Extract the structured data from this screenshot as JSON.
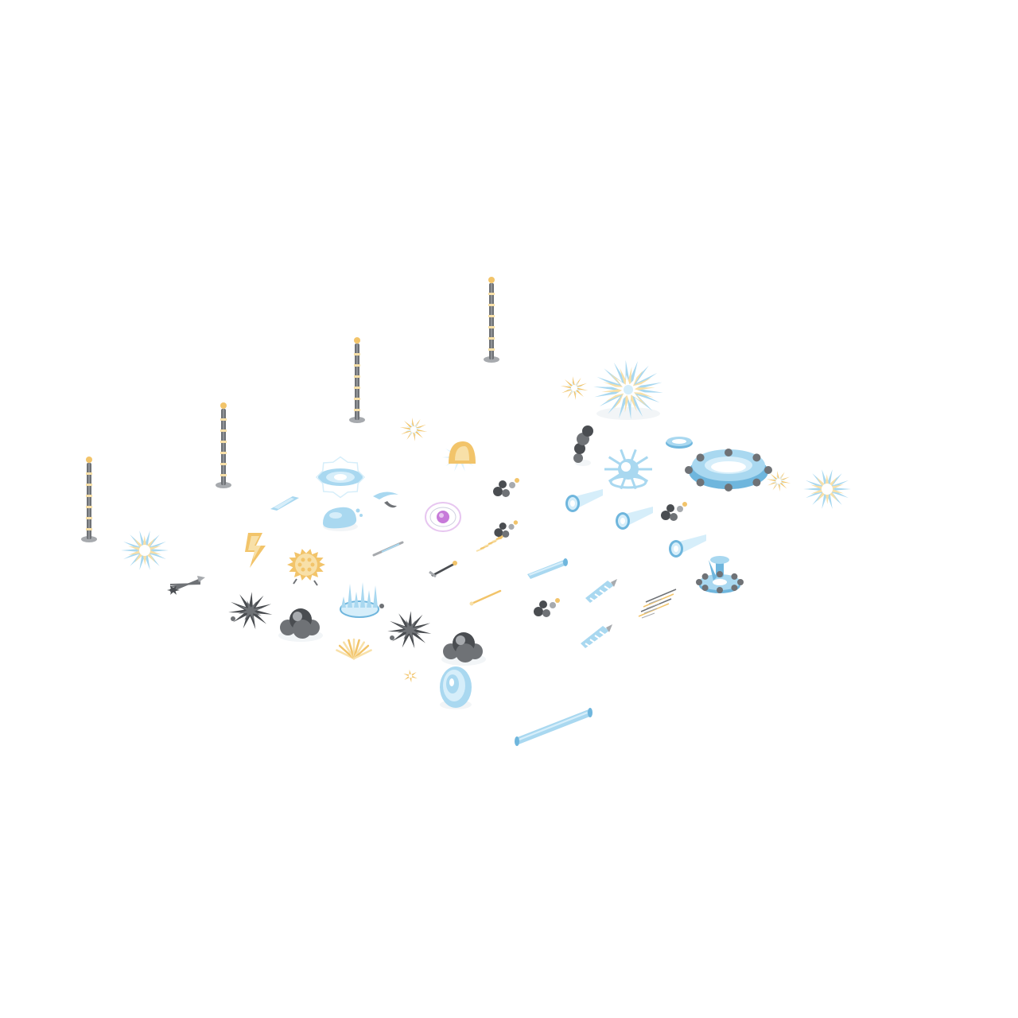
{
  "colors": {
    "background": "#ffffff",
    "ice_blue": "#a9d8f0",
    "ice_blue_light": "#d6eefa",
    "ice_blue_dark": "#6fb6dd",
    "gold": "#f2c46a",
    "gold_light": "#f8e0a8",
    "stone_gray": "#6f7276",
    "stone_gray_light": "#a7aaae",
    "stone_gray_dark": "#4a4d51",
    "white": "#ffffff",
    "purple": "#c77ad9",
    "purple_light": "#e7c6f0"
  },
  "assets": [
    {
      "kind": "pole",
      "icon": "pole-icon"
    },
    {
      "kind": "pole",
      "icon": "pole-icon"
    },
    {
      "kind": "pole",
      "icon": "pole-icon"
    },
    {
      "kind": "pole",
      "icon": "pole-icon"
    },
    {
      "kind": "burst-large",
      "icon": "ice-burst-icon"
    },
    {
      "kind": "burst-small",
      "icon": "ice-burst-icon"
    },
    {
      "kind": "burst-small",
      "icon": "gold-spark-icon"
    },
    {
      "kind": "dome",
      "icon": "gold-dome-icon"
    },
    {
      "kind": "smoke",
      "icon": "smoke-column-icon"
    },
    {
      "kind": "sun",
      "icon": "ice-sun-icon"
    },
    {
      "kind": "ring-large",
      "icon": "ice-ring-platform-icon"
    },
    {
      "kind": "ring-small",
      "icon": "ice-ring-icon"
    },
    {
      "kind": "burst-small",
      "icon": "gold-spark-icon"
    },
    {
      "kind": "burst-medium",
      "icon": "gold-star-burst-icon"
    },
    {
      "kind": "disc",
      "icon": "ice-portal-disc-icon"
    },
    {
      "kind": "shard",
      "icon": "ice-shard-icon"
    },
    {
      "kind": "crescent",
      "icon": "ice-crescent-icon"
    },
    {
      "kind": "blob",
      "icon": "ice-blob-icon"
    },
    {
      "kind": "orb",
      "icon": "purple-orb-icon"
    },
    {
      "kind": "rocks",
      "icon": "stone-rocks-icon"
    },
    {
      "kind": "cone",
      "icon": "ice-cone-icon"
    },
    {
      "kind": "cone",
      "icon": "ice-cone-icon"
    },
    {
      "kind": "rocks",
      "icon": "stone-rocks-icon"
    },
    {
      "kind": "burst-medium",
      "icon": "ice-star-burst-icon"
    },
    {
      "kind": "bolt",
      "icon": "gold-lightning-icon"
    },
    {
      "kind": "gear",
      "icon": "gold-gear-icon"
    },
    {
      "kind": "wand",
      "icon": "ice-wand-icon"
    },
    {
      "kind": "sparks",
      "icon": "gold-sparks-icon"
    },
    {
      "kind": "rocks",
      "icon": "stone-rocks-icon"
    },
    {
      "kind": "tube",
      "icon": "ice-tube-icon"
    },
    {
      "kind": "cone",
      "icon": "gold-cone-icon"
    },
    {
      "kind": "fountain",
      "icon": "ice-fountain-icon"
    },
    {
      "kind": "arrows",
      "icon": "stone-arrows-icon"
    },
    {
      "kind": "splash",
      "icon": "stone-splash-icon"
    },
    {
      "kind": "cloud",
      "icon": "stone-cloud-icon"
    },
    {
      "kind": "crown",
      "icon": "ice-crown-icon"
    },
    {
      "kind": "dagger",
      "icon": "stone-dagger-icon"
    },
    {
      "kind": "needle",
      "icon": "gold-needle-icon"
    },
    {
      "kind": "rocks",
      "icon": "gold-rocks-icon"
    },
    {
      "kind": "drill",
      "icon": "ice-drill-icon"
    },
    {
      "kind": "streaks",
      "icon": "speed-streaks-icon"
    },
    {
      "kind": "grass",
      "icon": "gold-grass-icon"
    },
    {
      "kind": "splash",
      "icon": "stone-splash-icon"
    },
    {
      "kind": "cloud",
      "icon": "ice-cloud-icon"
    },
    {
      "kind": "drill",
      "icon": "ice-drill-icon"
    },
    {
      "kind": "spark",
      "icon": "gold-spark-icon"
    },
    {
      "kind": "shield",
      "icon": "ice-shield-icon"
    },
    {
      "kind": "tube-long",
      "icon": "ice-tube-icon"
    }
  ]
}
